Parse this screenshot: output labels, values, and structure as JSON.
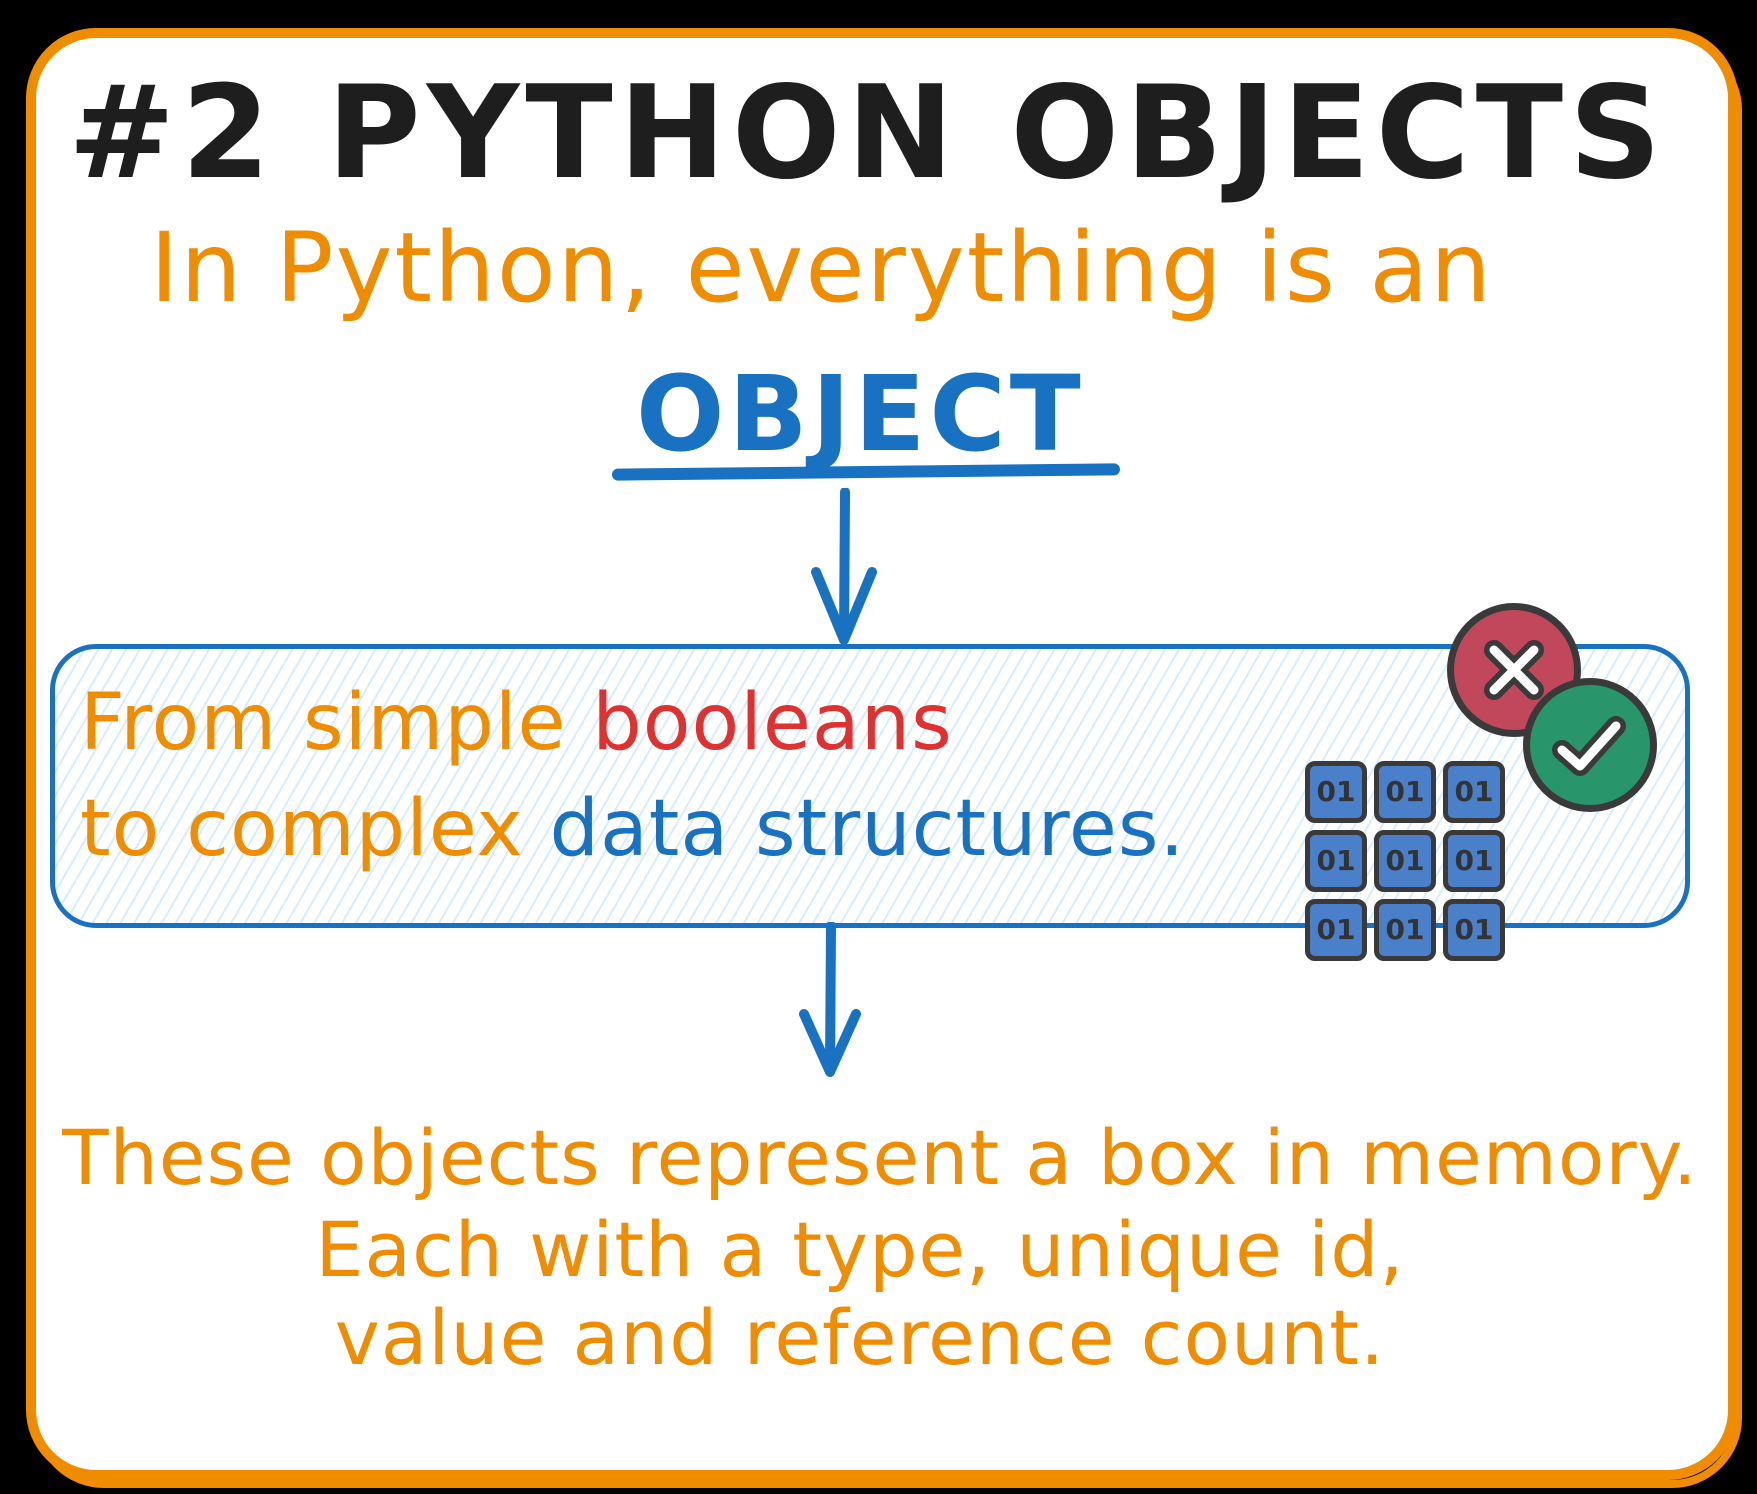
{
  "title": "#2 PYTHON OBJECTS",
  "intro": {
    "line1": "In Python, everything is an",
    "highlight": "OBJECT"
  },
  "box": {
    "line1_prefix": "From simple ",
    "line1_highlight": "booleans",
    "line2_prefix": "to complex ",
    "line2_highlight": "data structures."
  },
  "icons": {
    "false_icon": "close-circle-icon",
    "true_icon": "check-circle-icon",
    "binary_tile_label": "01",
    "binary_grid_rows": 3,
    "binary_grid_cols": 3
  },
  "conclusion": {
    "lines": [
      "These objects represent a box in memory.",
      "Each with a type, unique id,",
      "value and reference count."
    ]
  },
  "colors": {
    "orange": "#f08c00",
    "red": "#e03131",
    "blue": "#1971c2",
    "dark": "#1e1e1e",
    "hatch": "#d6ecff",
    "icon_red": "#c0485a",
    "icon_green": "#28956b",
    "tile_blue": "#4a7fc9"
  }
}
